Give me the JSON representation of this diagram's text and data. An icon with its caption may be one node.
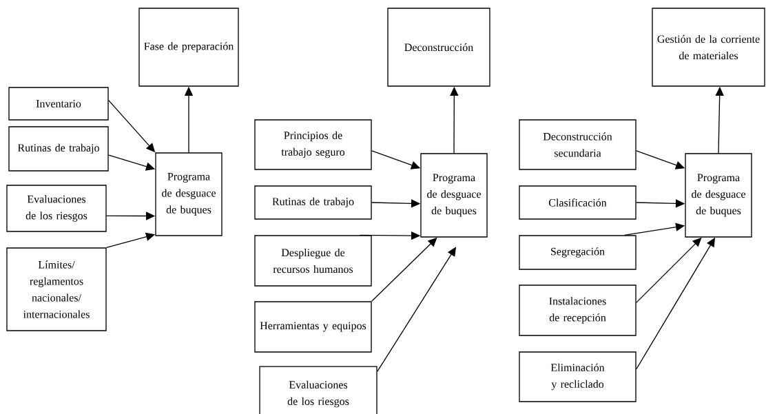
{
  "diagram": {
    "nodes": [
      {
        "text": [
          "Fase de preparación"
        ]
      },
      {
        "text": [
          "Inventario"
        ]
      },
      {
        "text": [
          "Rutinas de trabajo"
        ]
      },
      {
        "text": [
          "Evaluaciones de los riesgos"
        ]
      },
      {
        "text": [
          "Límites/ reglamentos nacionales/ internacionales"
        ]
      },
      {
        "text": [
          "Programa de desguace de buques"
        ]
      },
      {
        "text": [
          "Deconstrucción"
        ]
      },
      {
        "text": [
          "Principios de trabajo seguro"
        ]
      },
      {
        "text": [
          "Rutinas de trabajo"
        ]
      },
      {
        "text": [
          "Despliegue de recursos humanos"
        ]
      },
      {
        "text": [
          "Herramientas y equipos"
        ]
      },
      {
        "text": [
          "Evaluaciones de los riesgos"
        ]
      },
      {
        "text": [
          "Programa de desguace de buques"
        ]
      },
      {
        "text": [
          "Gestión de la corriente de materiales"
        ]
      },
      {
        "text": [
          "Deconstrucción secundaria"
        ]
      },
      {
        "text": [
          "Clasificación"
        ]
      },
      {
        "text": [
          "Segregación"
        ]
      },
      {
        "text": [
          "Instalaciones de recepción"
        ]
      },
      {
        "text": [
          "Eliminación y recliclado"
        ]
      },
      {
        "text": [
          "Programa de desguace de buques"
        ]
      }
    ],
    "edges": [
      {
        "from": 1,
        "to": 5,
        "arrow": "to"
      },
      {
        "from": 2,
        "to": 5,
        "arrow": "to"
      },
      {
        "from": 3,
        "to": 5,
        "arrow": "to"
      },
      {
        "from": 4,
        "to": 5,
        "arrow": "to"
      },
      {
        "from": 5,
        "to": 0,
        "arrow": "to"
      },
      {
        "from": 7,
        "to": 12,
        "arrow": "to"
      },
      {
        "from": 8,
        "to": 12,
        "arrow": "to"
      },
      {
        "from": 9,
        "to": 12,
        "arrow": "to"
      },
      {
        "from": 10,
        "to": 12,
        "arrow": "to"
      },
      {
        "from": 11,
        "to": 12,
        "arrow": "to"
      },
      {
        "from": 12,
        "to": 6,
        "arrow": "to"
      },
      {
        "from": 14,
        "to": 19,
        "arrow": "to"
      },
      {
        "from": 15,
        "to": 19,
        "arrow": "to"
      },
      {
        "from": 16,
        "to": 19,
        "arrow": "to"
      },
      {
        "from": 17,
        "to": 19,
        "arrow": "to"
      },
      {
        "from": 18,
        "to": 19,
        "arrow": "to"
      },
      {
        "from": 19,
        "to": 13,
        "arrow": "to"
      }
    ]
  }
}
